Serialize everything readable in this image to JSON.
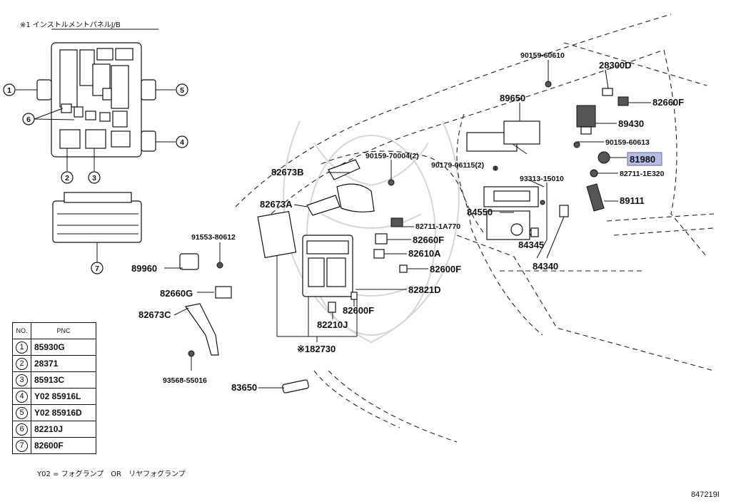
{
  "header": {
    "title": "※1 インストルメントパネルJ/B"
  },
  "legend_table": {
    "col_no": "NO.",
    "col_pnc": "PNC",
    "rows": [
      {
        "no": "1",
        "pnc": "85930G"
      },
      {
        "no": "2",
        "pnc": "28371"
      },
      {
        "no": "3",
        "pnc": "85913C"
      },
      {
        "no": "4",
        "pnc": "Y02  85916L"
      },
      {
        "no": "5",
        "pnc": "Y02  85916D"
      },
      {
        "no": "6",
        "pnc": "82210J"
      },
      {
        "no": "7",
        "pnc": "82600F"
      }
    ]
  },
  "note": "Y02 = フォグランプ　OR　リヤフォグランプ",
  "figure_id": "847219I",
  "detail_callouts": [
    "1",
    "2",
    "3",
    "4",
    "5",
    "6",
    "7"
  ],
  "highlight_color": "#b7bde6",
  "part_labels": {
    "p90159_60610": "90159-60610",
    "p28300D": "28300D",
    "p89650": "89650",
    "p82660F_a": "82660F",
    "p89430": "89430",
    "p90159_60613": "90159-60613",
    "p81980": "81980",
    "p82711_1E320": "82711-1E320",
    "p90159_70004": "90159-70004(2)",
    "p90179_06115": "90179-06115(2)",
    "p82673B": "82673B",
    "p93313_15010": "93313-15010",
    "p89111": "89111",
    "p82673A": "82673A",
    "p84550": "84550",
    "p82711_1A770": "82711-1A770",
    "p91553_80612": "91553-80612",
    "p82660F_b": "82660F",
    "p84345": "84345",
    "p82610A": "82610A",
    "p89960": "89960",
    "p82600F_a": "82600F",
    "p84340": "84340",
    "p82660G": "82660G",
    "p82821D": "82821D",
    "p82600F_b": "82600F",
    "p82673C": "82673C",
    "p82210J": "82210J",
    "p82730": "※182730",
    "p93568_55016": "93568-55016",
    "p83650": "83650"
  }
}
